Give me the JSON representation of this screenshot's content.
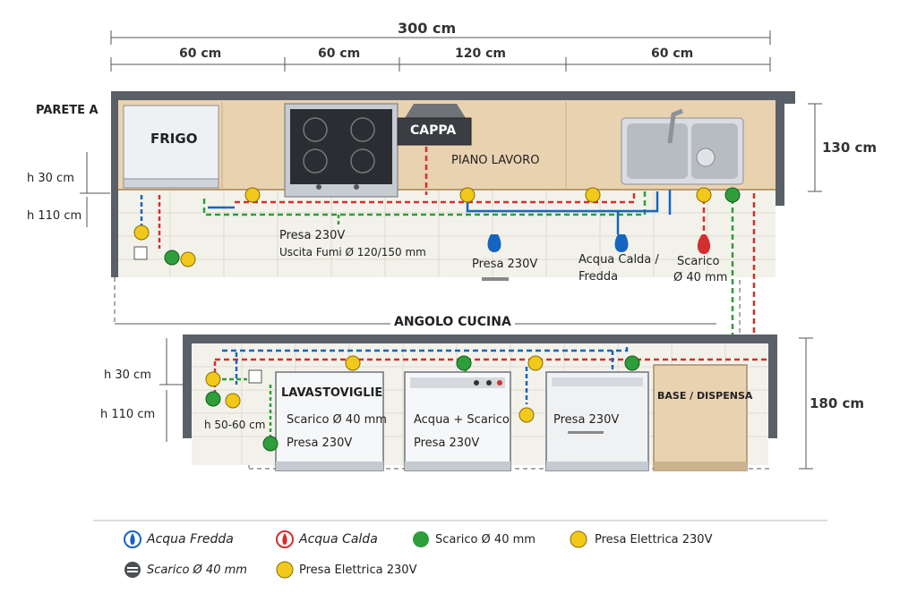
{
  "dimensions": {
    "total": "300 cm",
    "seg1": "60 cm",
    "seg2": "60 cm",
    "seg3": "120 cm",
    "seg4": "60 cm",
    "top_height": "130 cm",
    "bottom_height": "180 cm"
  },
  "wall_a": {
    "title": "PARETE A",
    "h30": "h 30 cm",
    "h110": "h 110 cm",
    "fridge": "FRIGO",
    "hood": "CAPPA",
    "worktop": "PIANO LAVORO",
    "outlet_hood_line1": "Presa 230V",
    "outlet_hood_line2": "Uscita Fumi Ø 120/150 mm",
    "outlet_center": "Presa 230V",
    "water_line1": "Acqua Calda /",
    "water_line2": "Fredda",
    "drain_line1": "Scarico",
    "drain_line2": "Ø 40 mm"
  },
  "corner": "ANGOLO CUCINA",
  "lower": {
    "h30": "h 30 cm",
    "h110": "h 110 cm",
    "h5060": "h 50-60 cm",
    "dishwasher_title": "LAVASTOVIGLIE",
    "dishwasher_line1": "Scarico Ø 40 mm",
    "dishwasher_line2": "Presa 230V",
    "washer_line1": "Acqua + Scarico",
    "washer_line2": "Presa 230V",
    "oven_line1": "Presa 230V",
    "pantry": "BASE / DISPENSA"
  },
  "legend": {
    "cold": "Acqua Fredda",
    "hot": "Acqua Calda",
    "drain_green": "Scarico Ø 40 mm",
    "power_yellow": "Presa Elettrica 230V",
    "drain_grey": "Scarico Ø 40 mm",
    "power_yellow2": "Presa Elettrica 230V"
  },
  "colors": {
    "cold": "#1565c0",
    "hot": "#d32f2f",
    "drain": "#2e9e3a",
    "power": "#f2c81a",
    "wall": "#5a6068",
    "wood": "#e9d2b0"
  }
}
